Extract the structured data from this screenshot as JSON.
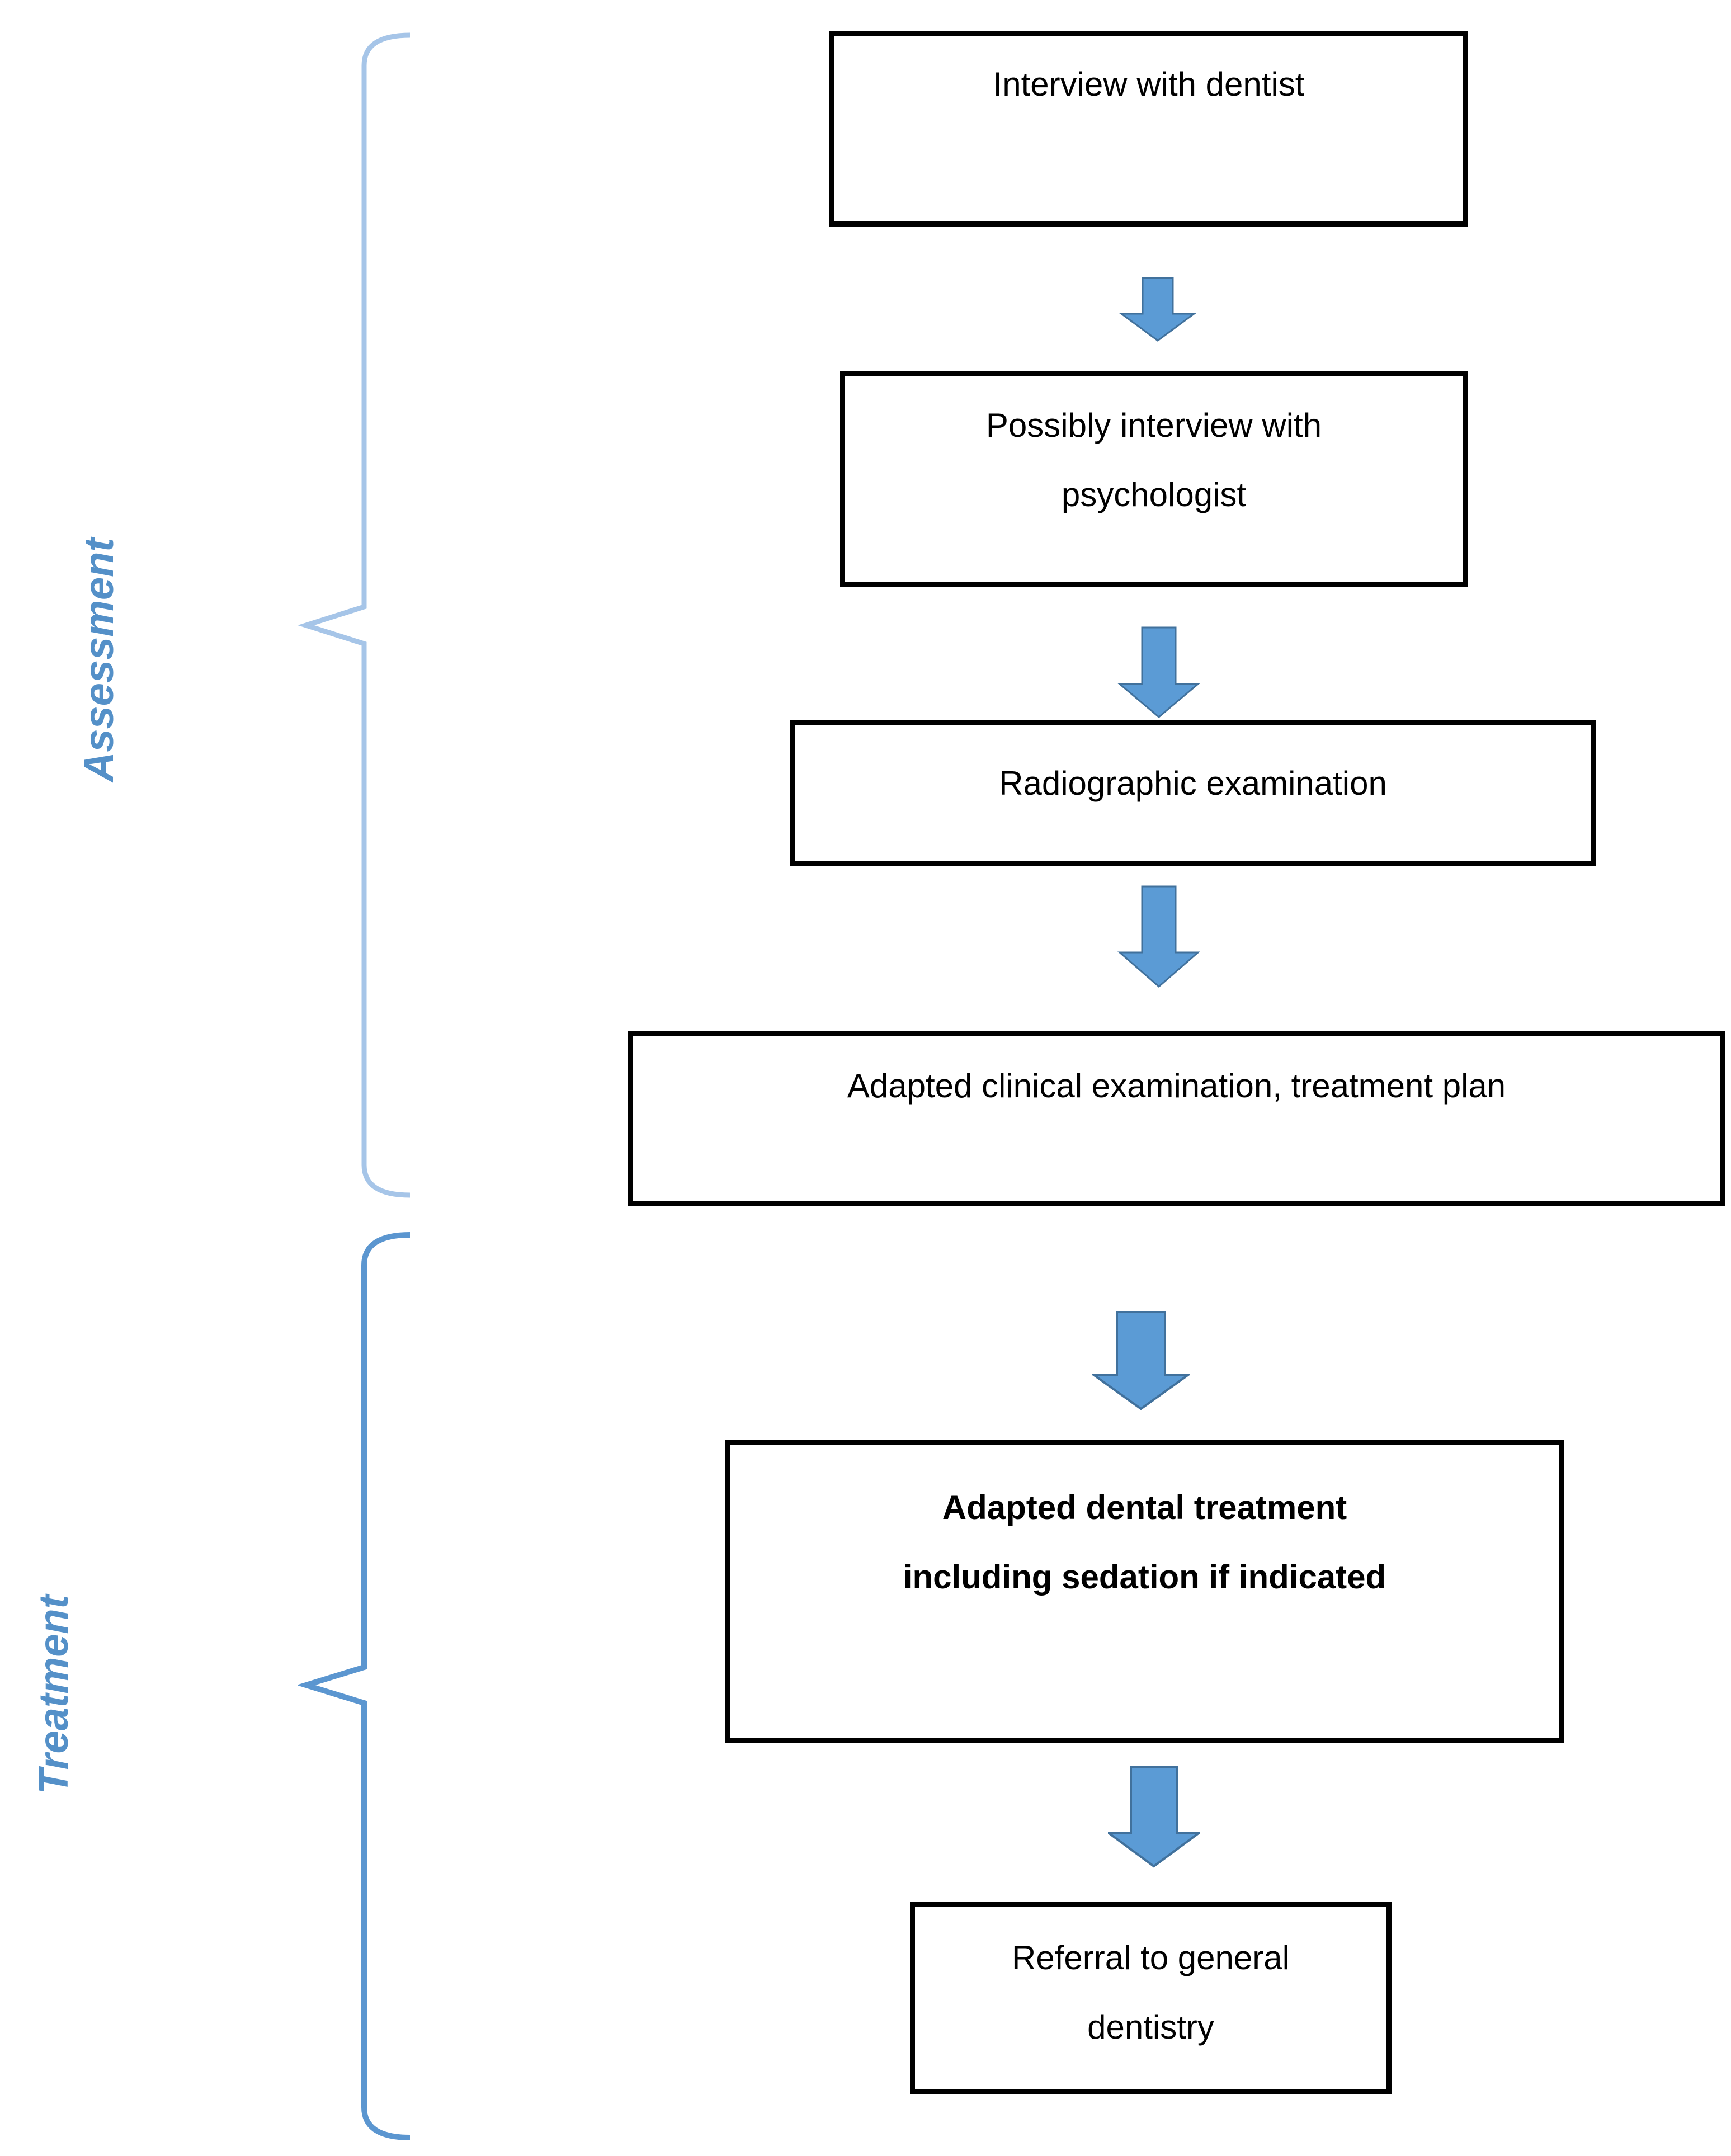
{
  "sections": [
    {
      "label": "Assessment"
    },
    {
      "label": "Treatment"
    }
  ],
  "boxes": [
    {
      "lines": [
        "Interview with dentist"
      ]
    },
    {
      "lines": [
        "Possibly interview with",
        "psychologist"
      ]
    },
    {
      "lines": [
        "Radiographic examination"
      ]
    },
    {
      "lines": [
        "Adapted clinical examination, treatment plan"
      ]
    },
    {
      "lines": [
        "Adapted dental treatment",
        "including sedation if indicated"
      ]
    },
    {
      "lines": [
        "Referral to general",
        "dentistry"
      ]
    }
  ],
  "colors": {
    "arrow_fill": "#5b9bd5",
    "arrow_stroke": "#41719c",
    "brace_assessment": "#a6c5e8",
    "brace_treatment": "#5b96d0",
    "label_text": "#5490c8",
    "box_border": "#000000",
    "background": "#ffffff"
  }
}
